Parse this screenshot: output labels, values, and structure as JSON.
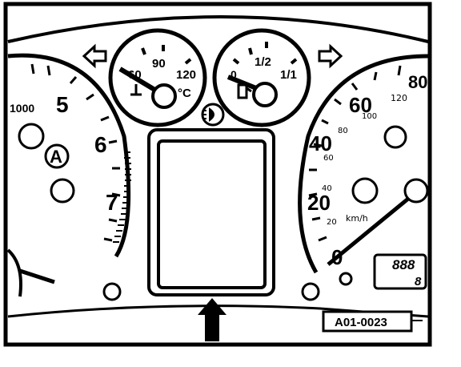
{
  "temp_gauge": {
    "ticks": [
      "60",
      "90",
      "120"
    ],
    "unit": "°C"
  },
  "fuel_gauge": {
    "ticks": [
      "0",
      "1/2",
      "1/1"
    ]
  },
  "tachometer": {
    "ticks": [
      "1000",
      "5",
      "6",
      "7"
    ],
    "labels": [
      "A"
    ]
  },
  "speedometer": {
    "ticks": [
      "80",
      "60",
      "40",
      "20",
      "0"
    ],
    "inner_ticks": [
      "120",
      "100",
      "80",
      "60",
      "40",
      "20"
    ],
    "unit": "km/h"
  },
  "odometer": {
    "digits": "888",
    "digits_small": "8"
  },
  "figure_id": "A01-0023"
}
